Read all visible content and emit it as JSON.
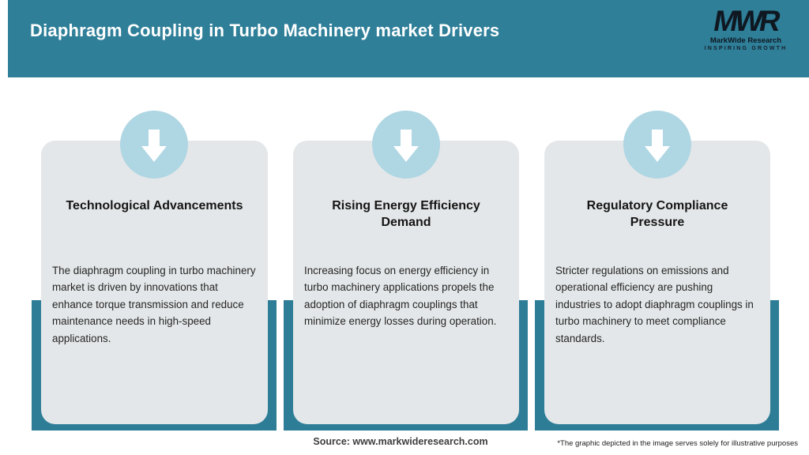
{
  "header": {
    "title": "Diaphragm Coupling in Turbo Machinery market Drivers",
    "logo": {
      "monogram": "MWR",
      "name": "MarkWide Research",
      "tagline": "INSPIRING GROWTH"
    }
  },
  "cards": [
    {
      "title": "Technological Advancements",
      "body": "The diaphragm coupling in turbo machinery market is driven by innovations that enhance torque transmission and reduce maintenance needs in high-speed applications."
    },
    {
      "title": "Rising Energy Efficiency Demand",
      "body": "Increasing focus on energy efficiency in turbo machinery applications propels the adoption of diaphragm couplings that minimize energy losses during operation."
    },
    {
      "title": "Regulatory Compliance Pressure",
      "body": "Stricter regulations on emissions and operational efficiency are pushing industries to adopt diaphragm couplings in turbo machinery to meet compliance standards."
    }
  ],
  "footer": {
    "source": "Source: www.markwideresearch.com",
    "disclaimer": "*The graphic depicted in the image serves solely for illustrative purposes"
  },
  "colors": {
    "teal_header": "#2f7f99",
    "teal_backdrop": "#2e7d97",
    "circle_blue": "#afd6e3",
    "card_bg": "#e4e7e9",
    "logo_dark": "#0f1821"
  }
}
